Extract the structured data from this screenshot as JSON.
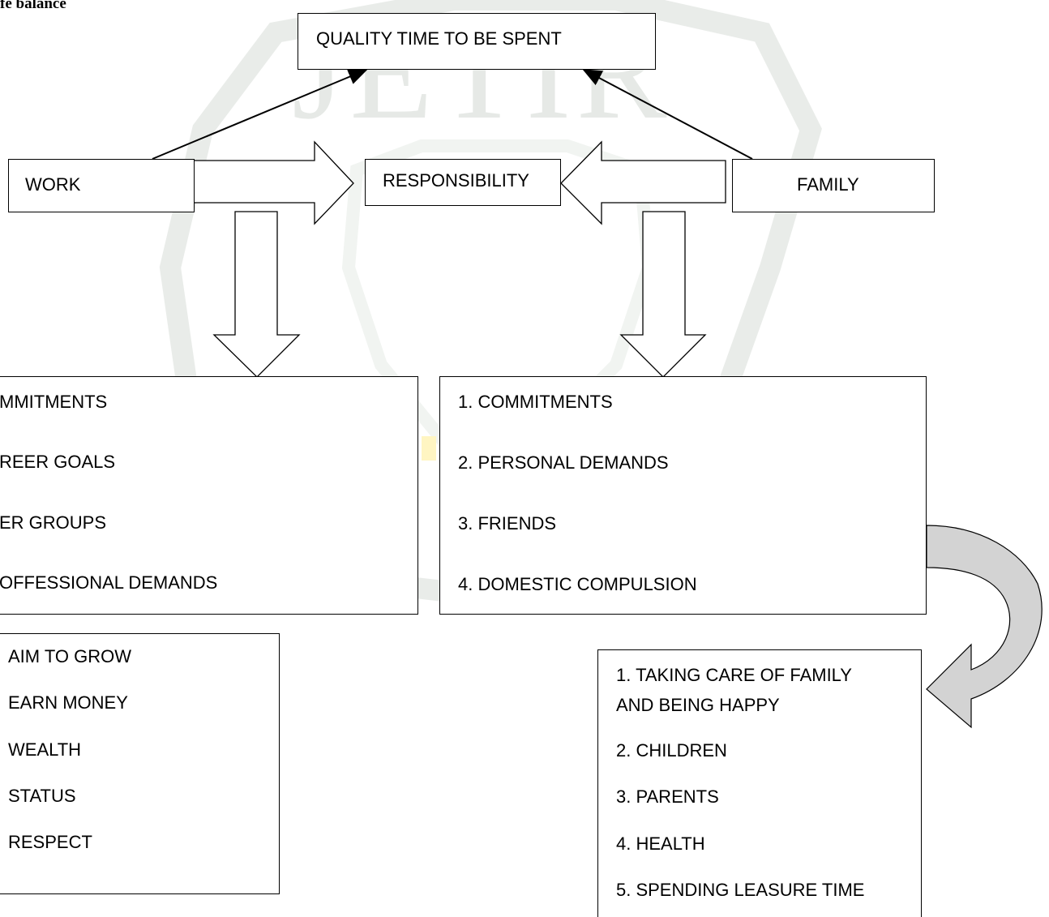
{
  "page_title": "fe balance",
  "watermark": "JETIR",
  "top_box": "QUALITY TIME TO BE SPENT",
  "work_box": "WORK",
  "responsibility_box": "RESPONSIBILITY",
  "family_box": "FAMILY",
  "work_list": [
    "MMITMENTS",
    "REER GOALS",
    "ER GROUPS",
    "OFFESSIONAL DEMANDS"
  ],
  "family_list": [
    "1. COMMITMENTS",
    "2. PERSONAL DEMANDS",
    "3. FRIENDS",
    "4. DOMESTIC COMPULSION"
  ],
  "work_outcomes": [
    "AIM TO GROW",
    "EARN MONEY",
    "WEALTH",
    "STATUS",
    "RESPECT"
  ],
  "family_outcomes": [
    "1. TAKING CARE OF FAMILY",
    "AND BEING HAPPY",
    "2. CHILDREN",
    "3. PARENTS",
    "4. HEALTH",
    "5. SPENDING LEASURE TIME"
  ],
  "colors": {
    "watermark": "#c8d0c8",
    "curved_arrow_fill": "#d3d3d3"
  }
}
